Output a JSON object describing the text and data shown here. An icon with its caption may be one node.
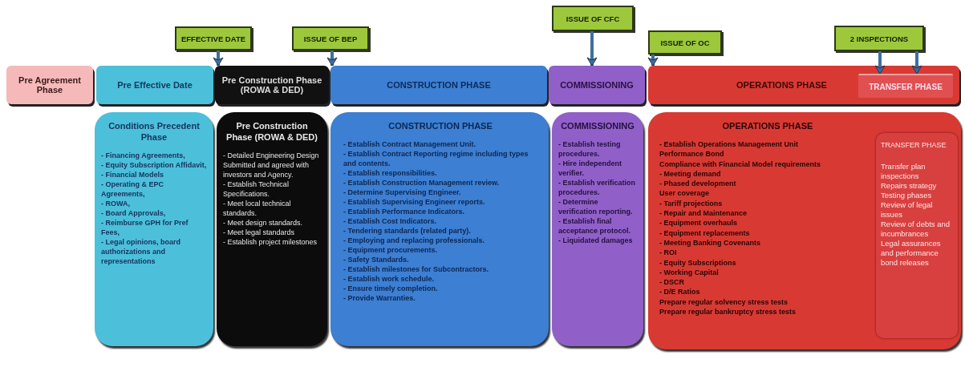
{
  "diagram": {
    "nodes": [
      {
        "text": [
          "Pre Agreement Phase"
        ]
      },
      {
        "text": [
          "Pre Effective Date"
        ]
      },
      {
        "text": [
          "Pre Construction Phase (ROWA & DED)"
        ]
      },
      {
        "text": [
          "CONSTRUCTION PHASE"
        ]
      },
      {
        "text": [
          "COMMISSIONING"
        ]
      },
      {
        "text": [
          "OPERATIONS PHASE"
        ]
      },
      {
        "text": [
          "TRANSFER PHASE"
        ],
        "in": 5
      },
      {
        "text": [
          "EFFECTIVE DATE"
        ]
      },
      {
        "text": [
          "ISSUE OF BEP"
        ]
      },
      {
        "text": [
          "ISSUE OF CFC"
        ]
      },
      {
        "text": [
          "ISSUE OF OC"
        ]
      },
      {
        "text": [
          "2 INSPECTIONS"
        ]
      },
      {
        "text": [
          "Conditions Precedent Phase",
          "- Financing Agreements,",
          "- Equity Subscription Affidavit,",
          "- Financial Models",
          "- Operating & EPC Agreements,",
          "- ROWA,",
          "- Board Approvals,",
          "- Reimburse GPH for Pref Fees,",
          "- Legal opinions, board authorizations and representations"
        ]
      },
      {
        "text": [
          "Pre Construction Phase (ROWA & DED)",
          "- Detailed Engineering Design Submitted and agreed with investors and Agency.",
          "- Establish Technical Specifications.",
          "- Meet local technical standards.",
          "- Meet design standards.",
          "- Meet legal standards",
          "- Establish project milestones"
        ]
      },
      {
        "text": [
          "CONSTRUCTION PHASE",
          "- Establish Contract Management Unit.",
          "- Establish Contract Reporting regime including types and contents.",
          "- Establish responsibilities.",
          "- Establish Construction Management review.",
          "- Determine Supervising Engineer.",
          "- Establish Supervising Engineer reports.",
          "- Establish Performance Indicators.",
          "- Establish Cost Indicators.",
          "- Tendering standards (related party).",
          "- Employing and replacing professionals.",
          "- Equipment procurements.",
          "- Safety Standards.",
          "- Establish milestones for Subcontractors.",
          "- Establish work schedule.",
          "- Ensure timely completion.",
          "- Provide Warranties."
        ]
      },
      {
        "text": [
          "COMMISSIONING",
          "- Establish testing procedures.",
          "- Hire independent verifier.",
          "- Establish verification procedures.",
          "- Determine verification reporting.",
          "- Establish final acceptance protocol.",
          "- Liquidated damages"
        ]
      },
      {
        "text": [
          "OPERATIONS PHASE",
          "- Establish Operations Management Unit",
          "Performance Bond",
          "Compliance with Financial Model requirements",
          "- Meeting demand",
          "- Phased development",
          "User coverage",
          "- Tariff projections",
          "- Repair and Maintenance",
          "- Equipment overhauls",
          "- Equipment replacements",
          "- Meeting Banking Covenants",
          "- ROI",
          "- Equity Subscriptions",
          "- Working Capital",
          "- DSCR",
          "- D/E Ratios",
          "Prepare regular solvency stress tests",
          "Prepare regular bankruptcy stress tests"
        ]
      },
      {
        "text": [
          "TRANSFER PHASE",
          "Transfer plan inspections",
          "Repairs strategy",
          "Testing phases",
          "Review of legal issues",
          "Review of debts and incumbrances",
          "Legal assurances and performance bond releases"
        ],
        "in": 16
      }
    ],
    "edges": [
      {
        "from": 7,
        "to": 2,
        "arrow": "to"
      },
      {
        "from": 8,
        "to": 3,
        "arrow": "to"
      },
      {
        "from": 9,
        "to": 4,
        "arrow": "to"
      },
      {
        "from": 10,
        "to": 5,
        "arrow": "to"
      },
      {
        "from": 11,
        "to": 6,
        "arrow": "to"
      },
      {
        "from": 11,
        "to": 6,
        "arrow": "to"
      }
    ]
  }
}
